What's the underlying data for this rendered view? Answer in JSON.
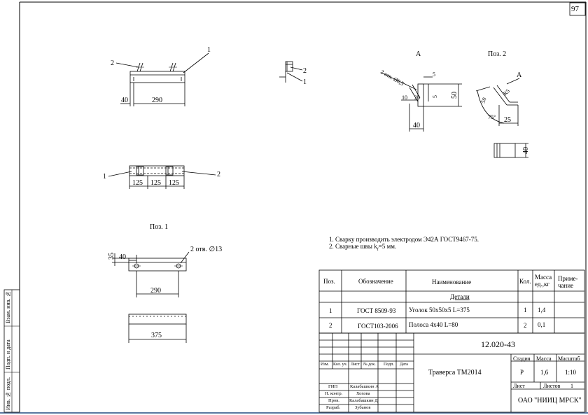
{
  "sheet_number": "97",
  "side_labels": [
    "Взам. инв. №",
    "Подп. и дата",
    "Инв. № подл."
  ],
  "drawing": {
    "assembly_top": {
      "callout1": "1",
      "callout2": "2",
      "dim_40": "40",
      "dim_290": "290"
    },
    "assembly_mid": {
      "callout1": "1",
      "callout2": "2",
      "dim_a": "125",
      "dim_b": "125",
      "dim_c": "125"
    },
    "side_view": {
      "callout2": "2",
      "callout1": "1"
    },
    "view_a": {
      "title": "А",
      "holes": "2 отв. Ø8,5",
      "dim_5a": "5",
      "dim_5b": "5",
      "dim_10": "10",
      "dim_20": "20",
      "dim_50": "50",
      "dim_40": "40"
    },
    "pos2": {
      "title": "Поз. 2",
      "arrow_label": "А",
      "dim_50": "50",
      "dim_r5": "R5",
      "dim_angle": "75°",
      "dim_25": "25",
      "dim_40": "40"
    },
    "pos1": {
      "title": "Поз. 1",
      "dim_35": "35",
      "dim_40": "40",
      "holes": "2 отв. ∅13",
      "dim_290": "290",
      "dim_375": "375"
    }
  },
  "notes": [
    "1. Сварку производить электродом Э42А ГОСТ9467-75.",
    "2. Сварные швы k",
    "f",
    "=5 мм."
  ],
  "spec": {
    "headers": [
      "Поз.",
      "Обозначение",
      "Наименование",
      "Кол.",
      "Масса ед.,кг",
      "Приме-чание"
    ],
    "mass_header_1": "Масса",
    "mass_header_2": "ед.,кг",
    "note_header_1": "Приме-",
    "note_header_2": "чание",
    "section": "Детали",
    "rows": [
      {
        "pos": "1",
        "designation": "ГОСТ 8509-93",
        "name": "Уголок 50х50х5 L=375",
        "qty": "1",
        "mass": "1,4"
      },
      {
        "pos": "2",
        "designation": "ГОСТ103-2006",
        "name": "Полоса 4х40 L=80",
        "qty": "2",
        "mass": "0,1"
      }
    ]
  },
  "title_block": {
    "code": "12.020-43",
    "name": "Траверса ТМ2014",
    "col_heads": [
      "Изм.",
      "Кол. уч.",
      "Лист",
      "№ док.",
      "Подп.",
      "Дата"
    ],
    "stage_label": "Стадия",
    "mass_label": "Масса",
    "scale_label": "Масштаб",
    "stage": "Р",
    "mass": "1,6",
    "scale": "1:10",
    "sheet_label": "Лист",
    "sheets_label": "Листов",
    "sheets": "1",
    "org": "ОАО \"НИИЦ МРСК\"",
    "roles": [
      {
        "role": "ГИП",
        "name": "Калабашкин А"
      },
      {
        "role": "Н. контр.",
        "name": "Хохова"
      },
      {
        "role": "Пров.",
        "name": "Калабашкин Д"
      },
      {
        "role": "Разраб.",
        "name": "Зубанов"
      }
    ]
  }
}
